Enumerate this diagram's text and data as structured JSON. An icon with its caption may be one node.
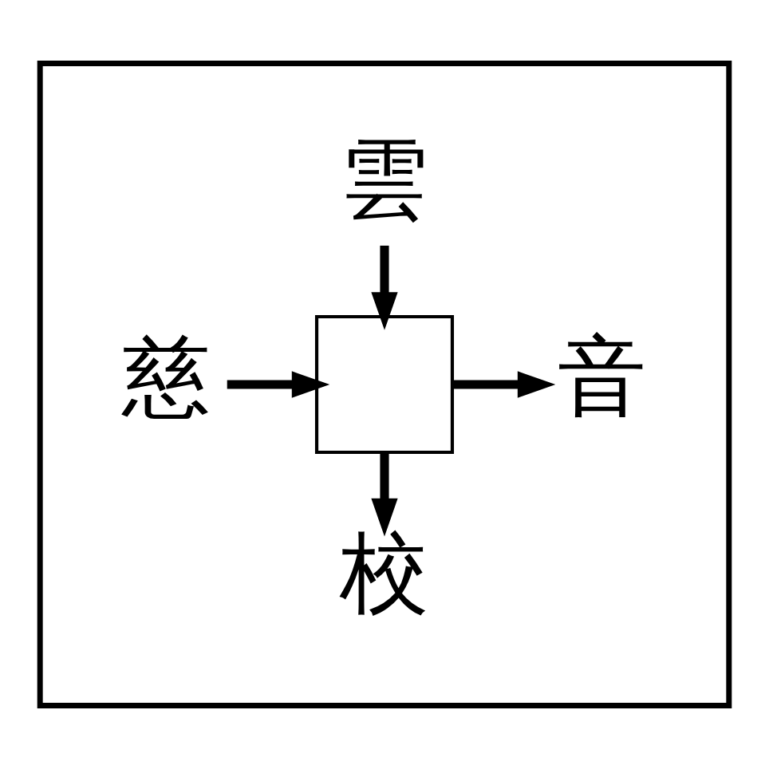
{
  "diagram": {
    "nodes": [
      {
        "text": [],
        "shape": "box"
      },
      {
        "text": [
          "雲"
        ],
        "in": 0
      },
      {
        "text": [
          "慈"
        ],
        "in": 0
      },
      {
        "text": [],
        "shape": "box",
        "in": 0
      },
      {
        "text": [
          "音"
        ],
        "in": 0
      },
      {
        "text": [
          "校"
        ],
        "in": 0
      }
    ],
    "edges": [
      {
        "from": 1,
        "to": 3,
        "arrow": "to"
      },
      {
        "from": 2,
        "to": 3,
        "arrow": "to"
      },
      {
        "from": 3,
        "to": 4,
        "arrow": "to"
      },
      {
        "from": 3,
        "to": 5,
        "arrow": "to"
      }
    ]
  }
}
